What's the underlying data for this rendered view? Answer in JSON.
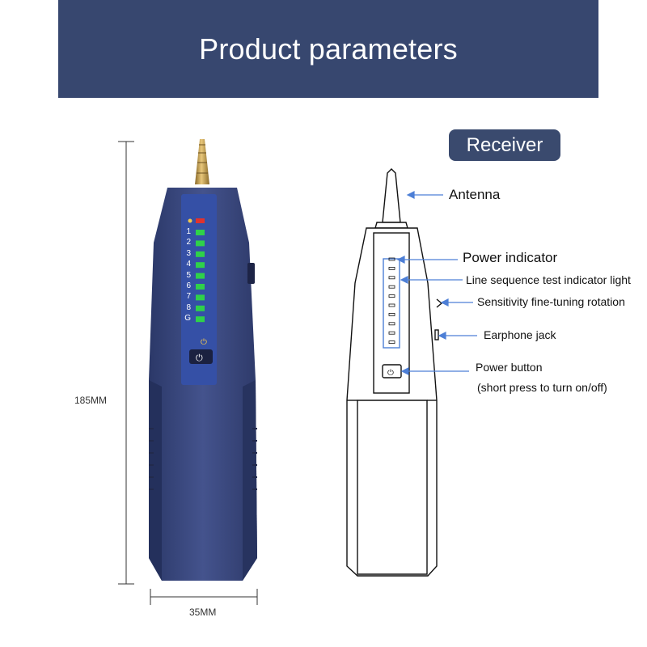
{
  "header": {
    "title": "Product parameters"
  },
  "receiver_badge": "Receiver",
  "dimensions": {
    "height": "185MM",
    "width": "35MM"
  },
  "device_leds": [
    "1",
    "2",
    "3",
    "4",
    "5",
    "6",
    "7",
    "8",
    "G"
  ],
  "callouts": {
    "antenna": "Antenna",
    "power_indicator": "Power indicator",
    "line_sequence": "Line sequence test indicator light",
    "sensitivity": "Sensitivity fine-tuning rotation",
    "earphone": "Earphone jack",
    "power_button": "Power button",
    "power_button_note": "(short press to turn on/off)"
  },
  "colors": {
    "header": "#37476f",
    "device_body": "#3a4a80",
    "led_green": "#2fd14a",
    "led_red": "#e0332e",
    "callout_line": "#4d7fd6"
  }
}
